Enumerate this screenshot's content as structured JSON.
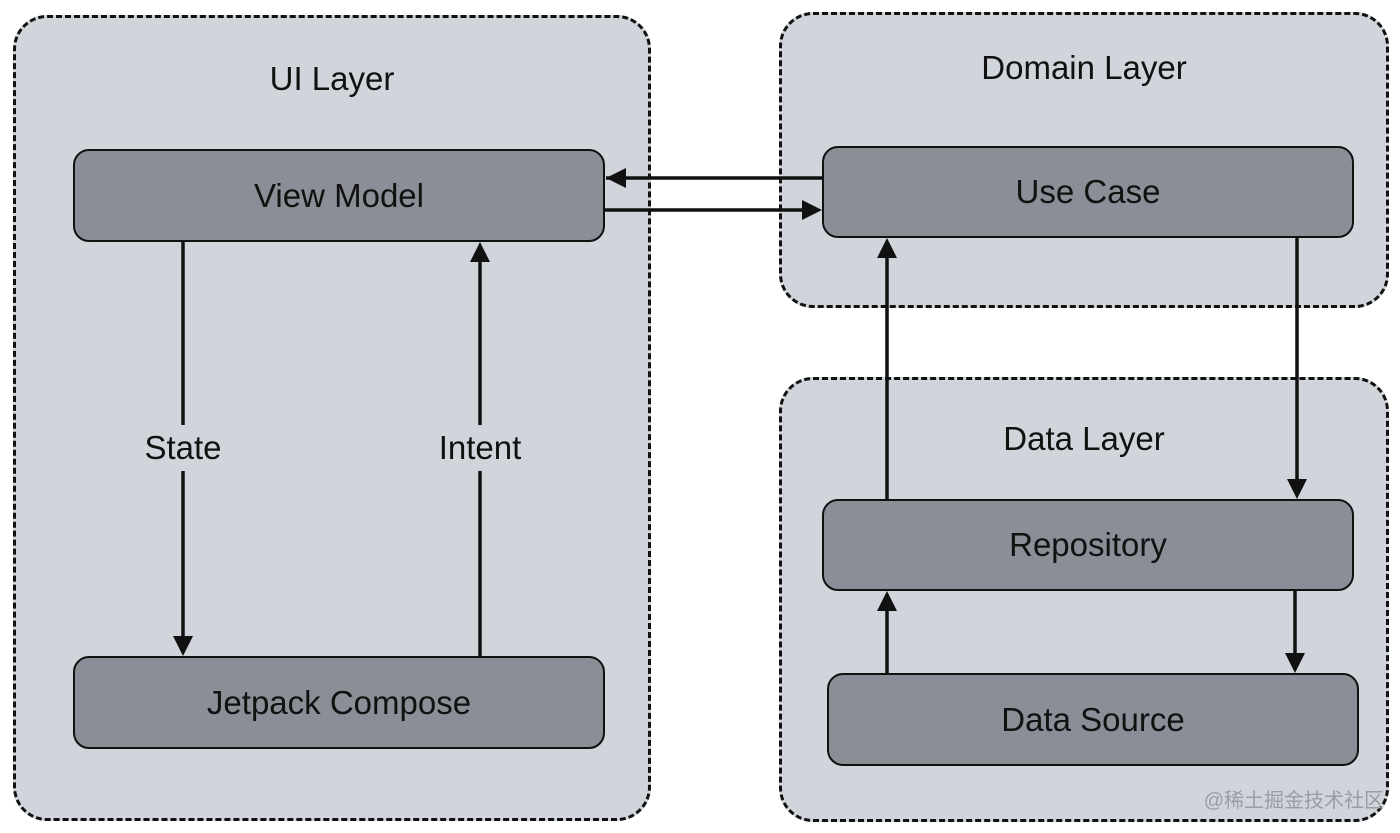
{
  "layers": {
    "ui": {
      "title": "UI Layer"
    },
    "domain": {
      "title": "Domain Layer"
    },
    "data": {
      "title": "Data Layer"
    }
  },
  "nodes": {
    "view_model": "View Model",
    "jetpack_compose": "Jetpack Compose",
    "use_case": "Use Case",
    "repository": "Repository",
    "data_source": "Data Source"
  },
  "edges": {
    "state": "State",
    "intent": "Intent"
  },
  "watermark": "@稀土掘金技术社区",
  "colors": {
    "layer_fill": "#d0d4db",
    "node_fill": "#8a8e97",
    "stroke": "#111111"
  }
}
